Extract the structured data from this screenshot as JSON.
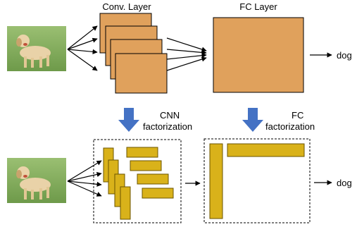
{
  "labels": {
    "conv_layer": "Conv. Layer",
    "fc_layer": "FC Layer",
    "output_top": "dog",
    "output_bottom": "dog",
    "cnn_line1": "CNN",
    "cnn_line2": "factorization",
    "fc_line1": "FC",
    "fc_line2": "factorization"
  },
  "images": {
    "input_top": "dog-photo",
    "input_bottom": "dog-photo"
  },
  "colors": {
    "conv_block": "#E0A15C",
    "conv_border": "#000000",
    "factor_block": "#D9B21A",
    "factor_border": "#6B5400",
    "down_arrow": "#4472C4",
    "grass": "#7FA85A",
    "dog": "#E9D2A8"
  }
}
